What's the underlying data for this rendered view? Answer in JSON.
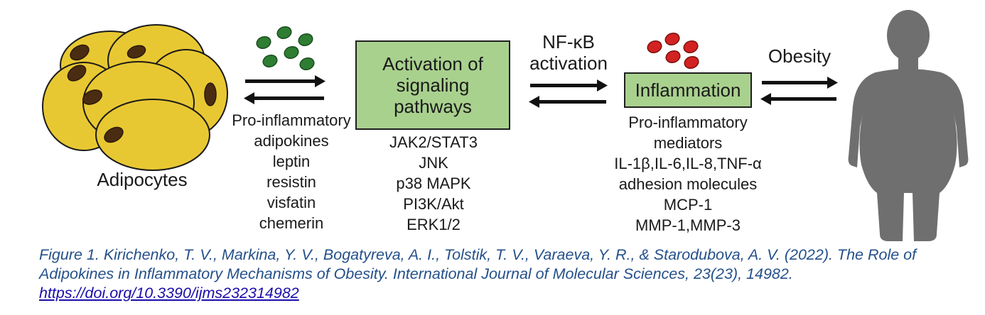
{
  "adipocytes_label": "Adipocytes",
  "adipokines": {
    "heading": [
      "Pro-inflammatory",
      "adipokines"
    ],
    "items": [
      "leptin",
      "resistin",
      "visfatin",
      "chemerin"
    ]
  },
  "signaling_box": {
    "lines": [
      "Activation of",
      "signaling",
      "pathways"
    ],
    "pathways": [
      "JAK2/STAT3",
      "JNK",
      "p38 MAPK",
      "PI3K/Akt",
      "ERK1/2"
    ]
  },
  "nfkb_label": [
    "NF-κB",
    "activation"
  ],
  "inflammation_box": {
    "label": "Inflammation",
    "heading": [
      "Pro-inflammatory",
      "mediators"
    ],
    "items": [
      "IL-1β,IL-6,IL-8,TNF-α",
      "adhesion molecules",
      "MCP-1",
      "MMP-1,MMP-3"
    ]
  },
  "obesity_label": "Obesity",
  "colors": {
    "box_fill": "#a9d18e",
    "adipocyte": "#e8c832",
    "green_dots": "#2e7d32",
    "red_dots": "#d32222",
    "silhouette": "#6f6f6f",
    "caption": "#24508a",
    "link": "#1a0dab"
  },
  "caption": {
    "text": "Figure 1. Kirichenko, T. V., Markina, Y. V., Bogatyreva, A. I., Tolstik, T. V., Varaeva, Y. R., & Starodubova, A. V. (2022). The Role of Adipokines in Inflammatory Mechanisms of Obesity. International Journal of Molecular Sciences, 23(23), 14982.",
    "link": "https://doi.org/10.3390/ijms232314982"
  }
}
